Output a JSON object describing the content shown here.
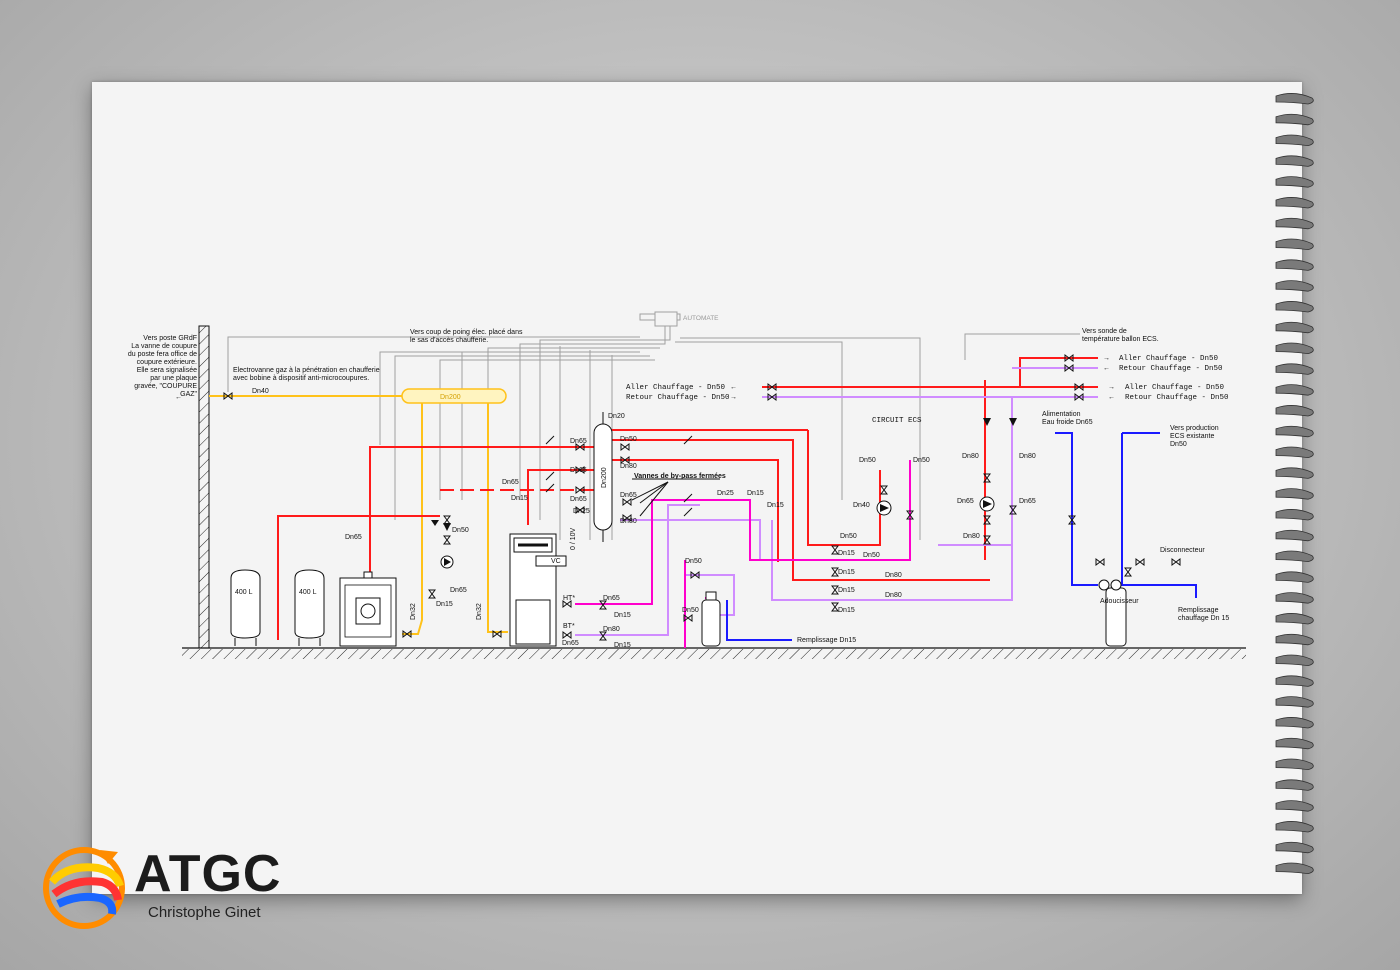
{
  "labels": {
    "grdf": [
      "Vers poste GRdF",
      "La vanne de coupure",
      "du poste fera office de",
      "coupure extérieure.",
      "Elle sera signalisée",
      "par une plaque",
      "gravée, \"COUPURE",
      "GAZ\""
    ],
    "electrovanne": [
      "Electrovanne gaz à la pénétration en chaufferie",
      "avec bobine à dispositif anti-microcoupures."
    ],
    "coup_poing": [
      "Vers coup de poing élec. placé dans",
      "le sas d'accès chaufferie."
    ],
    "automate": "AUTOMATE",
    "sonde": [
      "Vers sonde de",
      "température ballon ECS."
    ],
    "aller_chauffage_left": "Aller Chauffage - Dn50",
    "retour_chauffage_left": "Retour Chauffage - Dn50",
    "aller_chauffage_r1": "Aller Chauffage - Dn50",
    "retour_chauffage_r1": "Retour Chauffage - Dn50",
    "aller_chauffage_r2": "Aller Chauffage - Dn50",
    "retour_chauffage_r2": "Retour Chauffage - Dn50",
    "circuit_ecs": "CIRCUIT ECS",
    "alimentation": [
      "Alimentation",
      "Eau froide Dn65"
    ],
    "production_ecs": [
      "Vers production",
      "ECS existante",
      "Dn50"
    ],
    "disconnecteur": "Disconnecteur",
    "adoucisseur": "Adoucisseur",
    "remplissage_chauffage": [
      "Remplissage",
      "chauffage Dn 15"
    ],
    "remplissage_dn15": "Remplissage Dn15",
    "vannes_bypass": "Vannes de by-pass fermées",
    "tank1": "400  L",
    "tank2": "400  L",
    "vc": "VC",
    "ht": "HT*",
    "bt": "BT*",
    "volt": "0 / 10V",
    "dn200_horizontal": "Dn200",
    "dn200_vertical": "Dn200",
    "dn": {
      "dn40": "Dn40",
      "dn20": "Dn20",
      "dn65_a": "Dn65",
      "dn50_a": "Dn50",
      "dn65_b": "Dn65",
      "dn80_a": "Dn80",
      "dn65_c": "Dn65",
      "dn65_d": "Dn65",
      "dn15_a": "Dn15",
      "dn25_a": "Dn25",
      "dn65_e": "Dn65",
      "dn80_b": "Dn80",
      "dn25_b": "Dn25",
      "dn15_b": "Dn15",
      "dn15_c": "Dn15",
      "dn65_f": "Dn65",
      "dn50_b": "Dn50",
      "dn65_g": "Dn65",
      "dn15_d": "Dn15",
      "dn32_a": "Dn32",
      "dn32_b": "Dn32",
      "dn65_h": "Dn65",
      "dn15_e": "Dn15",
      "dn80_c": "Dn80",
      "dn65_i": "Dn65",
      "dn15_f": "Dn15",
      "dn50_c": "Dn50",
      "dn50_d": "Dn50",
      "dn50_e": "Dn50",
      "dn15_g": "Dn15",
      "dn50_f": "Dn50",
      "dn15_h": "Dn15",
      "dn80_d": "Dn80",
      "dn15_i": "Dn15",
      "dn80_e": "Dn80",
      "dn40_b": "Dn40",
      "dn50_g": "Dn50",
      "dn50_h": "Dn50",
      "dn80_f": "Dn80",
      "dn80_g": "Dn80",
      "dn65_j": "Dn65",
      "dn65_k": "Dn65",
      "dn80_h": "Dn80"
    }
  },
  "logo": {
    "title": "ATGC",
    "subtitle": "Christophe Ginet"
  },
  "colors": {
    "hot": "#ff1a1a",
    "return": "#d08cff",
    "magenta": "#ff00cc",
    "gas": "#ffc21a",
    "cold": "#1a1aff",
    "control": "#a0a0a0"
  }
}
